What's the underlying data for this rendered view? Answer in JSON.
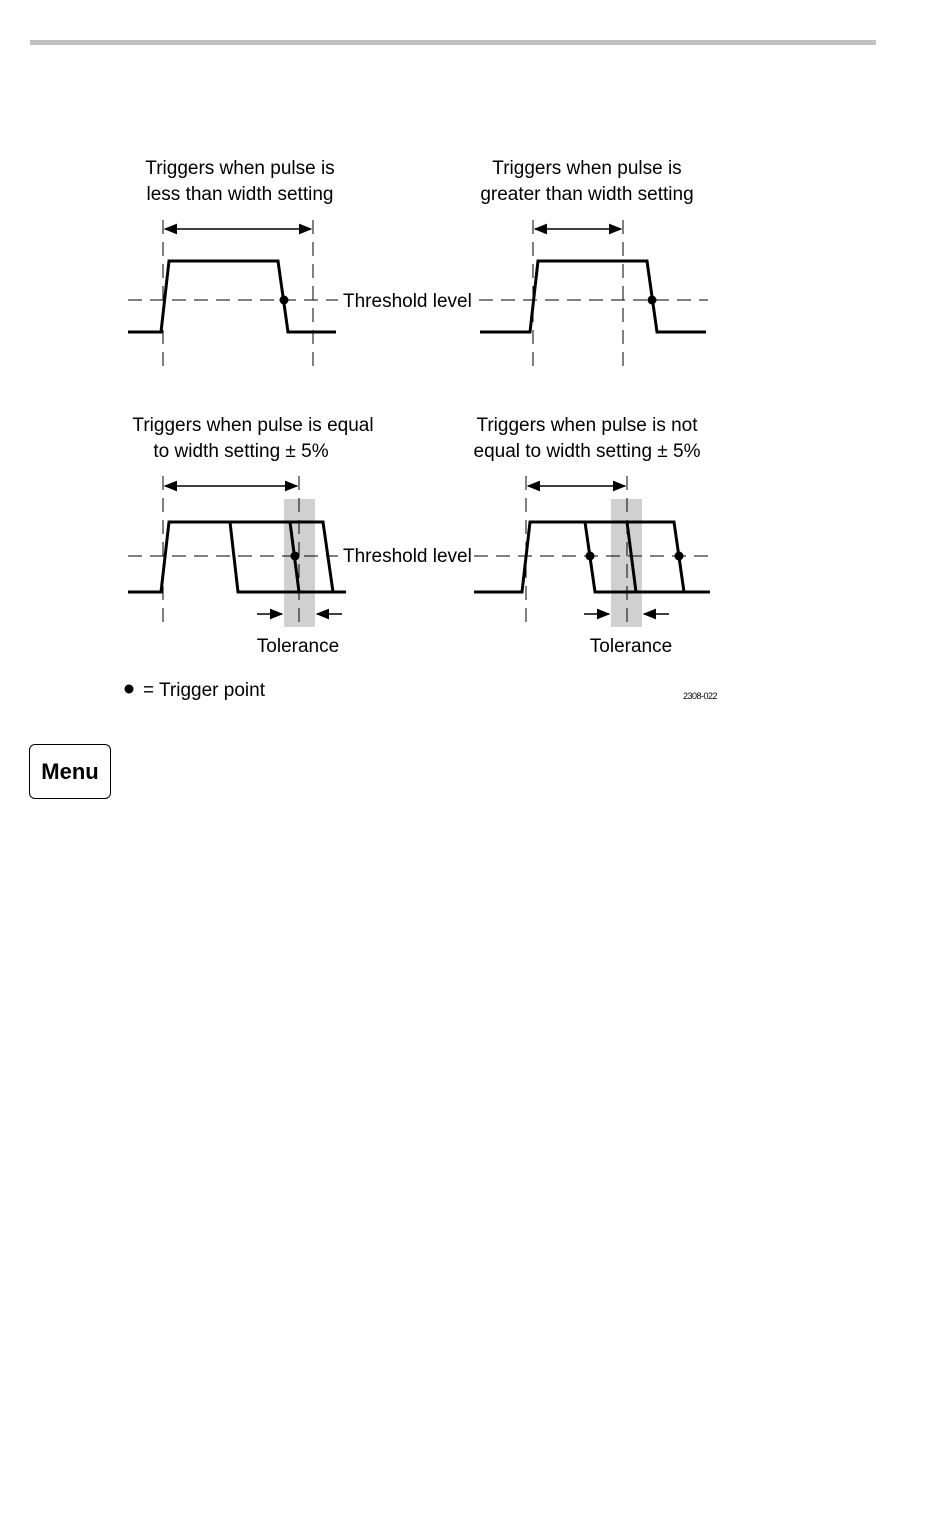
{
  "panels": {
    "less_than": {
      "caption_line1": "Triggers when pulse is",
      "caption_line2": "less than width setting"
    },
    "greater_than": {
      "caption_line1": "Triggers when pulse is",
      "caption_line2": "greater than width setting"
    },
    "equal": {
      "caption_line1": "Triggers when pulse is equal",
      "caption_line2": "to width setting ± 5%",
      "tolerance_label": "Tolerance"
    },
    "not_equal": {
      "caption_line1": "Triggers when pulse is not",
      "caption_line2": "equal to width setting ± 5%",
      "tolerance_label": "Tolerance"
    }
  },
  "threshold_label_top": "Threshold level",
  "threshold_label_bottom": "Threshold level",
  "legend": {
    "symbol": "●",
    "text": "= Trigger point"
  },
  "figure_id": "2308-022",
  "menu_button_label": "Menu",
  "colors": {
    "rule": "#c0c0c0",
    "tolerance_band": "#d0d0d0",
    "ink": "#000000"
  }
}
